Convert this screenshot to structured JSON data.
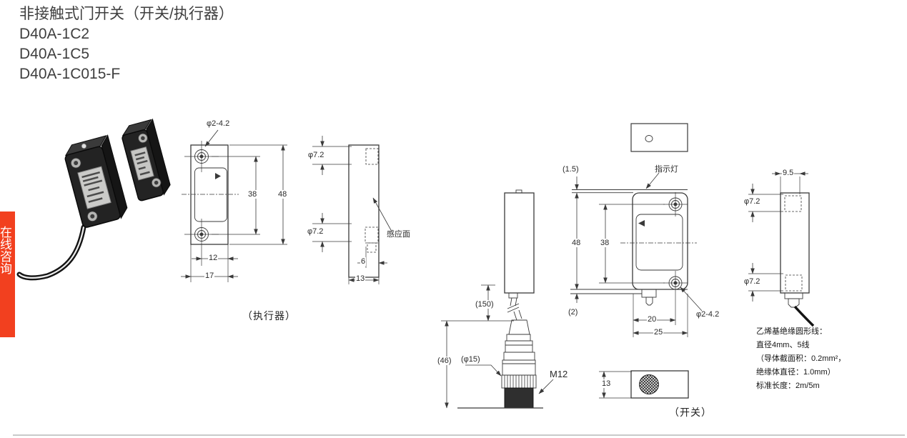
{
  "page": {
    "title": "非接触式门开关（开关/执行器）",
    "models": [
      "D40A-1C2",
      "D40A-1C5",
      "D40A-1C015-F"
    ]
  },
  "side_tab": {
    "label": "在线咨询"
  },
  "actuator_front": {
    "hole_dia": "φ2-4.2",
    "inner_height": "38",
    "outer_height": "48",
    "width_inner": "12",
    "width_outer": "17",
    "caption": "（执行器）"
  },
  "actuator_side": {
    "top_dia": "φ7.2",
    "bottom_dia": "φ7.2",
    "sensing_face": "感应面",
    "width_inner": "6",
    "width_outer": "13"
  },
  "switch_cable": {
    "cable_len": "(150)",
    "connector_len": "(46)",
    "connector_dia": "(φ15)",
    "thread": "M12"
  },
  "switch_front": {
    "top_offset": "(1.5)",
    "indicator": "指示灯",
    "outer_height": "48",
    "inner_height": "38",
    "bottom_offset": "(2)",
    "hole_span": "20",
    "width": "25",
    "hole_dia": "φ2-4.2"
  },
  "switch_side": {
    "top_width": "9.5",
    "top_dia": "φ7.2",
    "bottom_dia": "φ7.2"
  },
  "switch_bottom": {
    "height": "13",
    "caption": "（开关）"
  },
  "cable_note": {
    "line1": "乙烯基绝缘圆形线：",
    "line2": "直径4mm、5线",
    "line3": "（导体截面积：0.2mm²，",
    "line4": "绝缘体直径：1.0mm）",
    "line5": "标准长度：2m/5m"
  }
}
